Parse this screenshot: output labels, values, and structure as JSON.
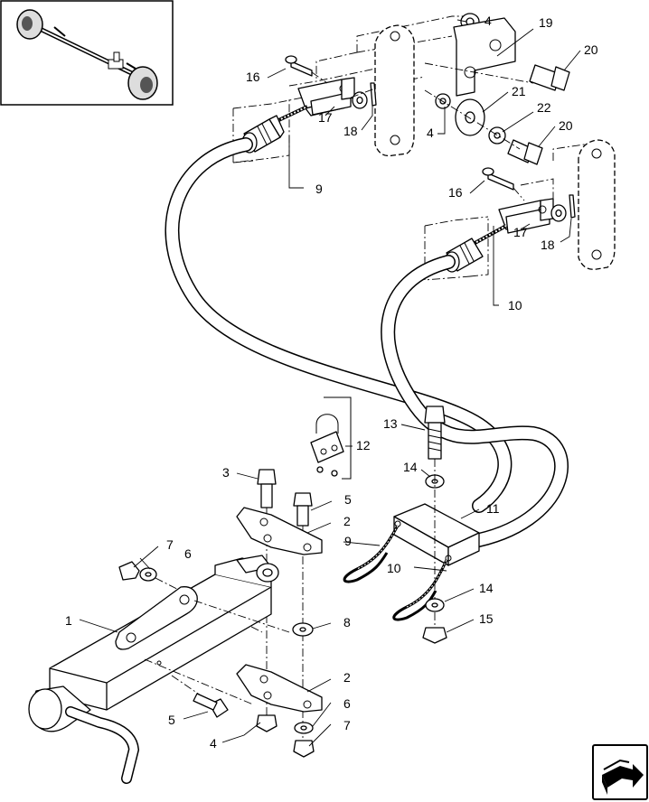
{
  "callouts": {
    "c1": "1",
    "c2a": "2",
    "c2b": "2",
    "c3": "3",
    "c4a": "4",
    "c4b": "4",
    "c4c": "4",
    "c5a": "5",
    "c5b": "5",
    "c6a": "6",
    "c6b": "6",
    "c7a": "7",
    "c7b": "7",
    "c8": "8",
    "c9a": "9",
    "c9b": "9",
    "c10a": "10",
    "c10b": "10",
    "c11": "11",
    "c12": "12",
    "c13": "13",
    "c14a": "14",
    "c14b": "14",
    "c15": "15",
    "c16a": "16",
    "c16b": "16",
    "c17a": "17",
    "c17b": "17",
    "c18a": "18",
    "c18b": "18",
    "c19": "19",
    "c20a": "20",
    "c20b": "20",
    "c21": "21",
    "c22": "22"
  },
  "icons": {
    "thumbnail": "axle-assembly-icon",
    "nav": "next-page-arrow-icon"
  }
}
